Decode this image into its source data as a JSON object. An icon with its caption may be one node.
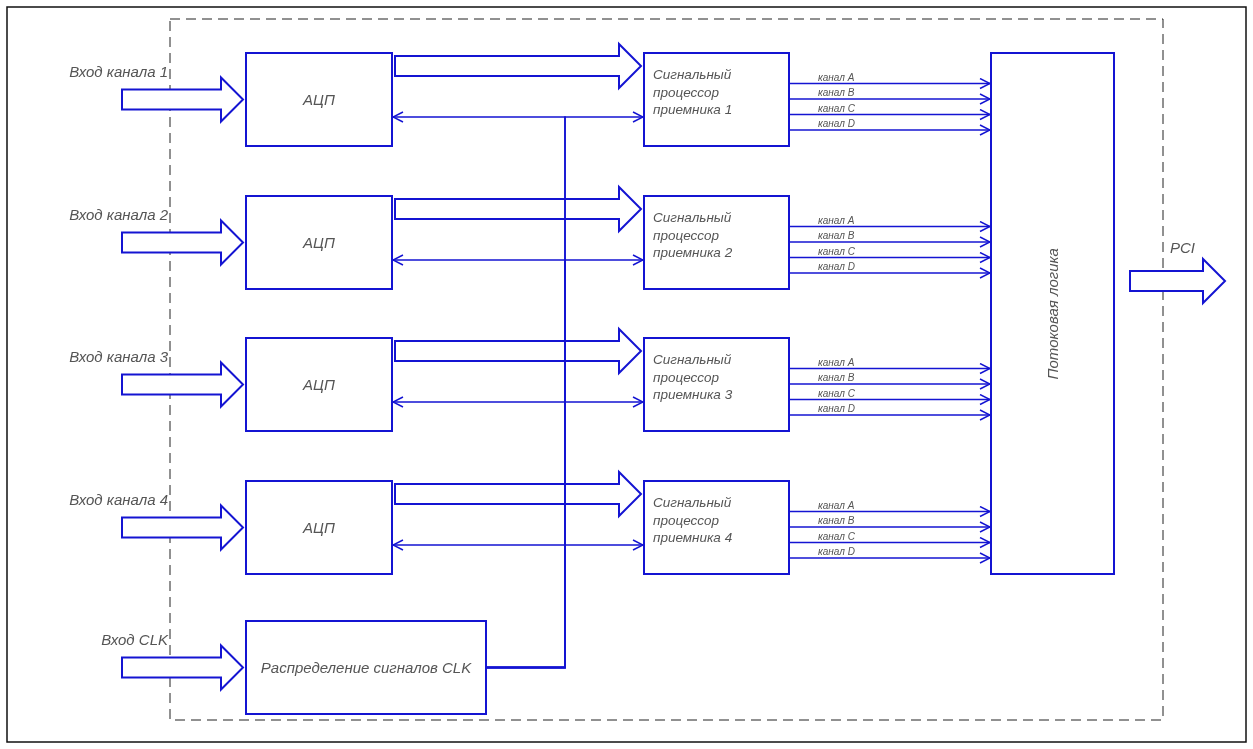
{
  "diagram": {
    "nodes": [
      {
        "text": [
          "АЦП"
        ]
      },
      {
        "text": [
          "Сигнальный процессор приемника 1"
        ]
      },
      {
        "text": [
          "АЦП"
        ]
      },
      {
        "text": [
          "Сигнальный процессор приемника 2"
        ]
      },
      {
        "text": [
          "АЦП"
        ]
      },
      {
        "text": [
          "Сигнальный процессор приемника 3"
        ]
      },
      {
        "text": [
          "АЦП"
        ]
      },
      {
        "text": [
          "Сигнальный процессор приемника 4"
        ]
      },
      {
        "text": [
          "Распределение сигналов CLK"
        ]
      },
      {
        "text": [
          "Потоковая логика"
        ]
      }
    ],
    "edges": [
      {
        "from": null,
        "to": 0,
        "arrow": "to",
        "label": "Вход канала 1",
        "style": "thick"
      },
      {
        "from": null,
        "to": 2,
        "arrow": "to",
        "label": "Вход канала 2",
        "style": "thick"
      },
      {
        "from": null,
        "to": 4,
        "arrow": "to",
        "label": "Вход канала 3",
        "style": "thick"
      },
      {
        "from": null,
        "to": 6,
        "arrow": "to",
        "label": "Вход канала 4",
        "style": "thick"
      },
      {
        "from": null,
        "to": 8,
        "arrow": "to",
        "label": "Вход CLK",
        "style": "thick"
      },
      {
        "from": 0,
        "to": 1,
        "arrow": "to",
        "style": "thick"
      },
      {
        "from": 2,
        "to": 3,
        "arrow": "to",
        "style": "thick"
      },
      {
        "from": 4,
        "to": 5,
        "arrow": "to",
        "style": "thick"
      },
      {
        "from": 6,
        "to": 7,
        "arrow": "to",
        "style": "thick"
      },
      {
        "from": 8,
        "to": 0,
        "arrow": "to"
      },
      {
        "from": 8,
        "to": 1,
        "arrow": "to"
      },
      {
        "from": 8,
        "to": 2,
        "arrow": "to"
      },
      {
        "from": 8,
        "to": 3,
        "arrow": "to"
      },
      {
        "from": 8,
        "to": 4,
        "arrow": "to"
      },
      {
        "from": 8,
        "to": 5,
        "arrow": "to"
      },
      {
        "from": 8,
        "to": 6,
        "arrow": "to"
      },
      {
        "from": 8,
        "to": 7,
        "arrow": "to"
      },
      {
        "from": 1,
        "to": 9,
        "arrow": "to",
        "label": "канал A"
      },
      {
        "from": 1,
        "to": 9,
        "arrow": "to",
        "label": "канал B"
      },
      {
        "from": 1,
        "to": 9,
        "arrow": "to",
        "label": "канал C"
      },
      {
        "from": 1,
        "to": 9,
        "arrow": "to",
        "label": "канал D"
      },
      {
        "from": 3,
        "to": 9,
        "arrow": "to",
        "label": "канал A"
      },
      {
        "from": 3,
        "to": 9,
        "arrow": "to",
        "label": "канал B"
      },
      {
        "from": 3,
        "to": 9,
        "arrow": "to",
        "label": "канал C"
      },
      {
        "from": 3,
        "to": 9,
        "arrow": "to",
        "label": "канал D"
      },
      {
        "from": 5,
        "to": 9,
        "arrow": "to",
        "label": "канал A"
      },
      {
        "from": 5,
        "to": 9,
        "arrow": "to",
        "label": "канал B"
      },
      {
        "from": 5,
        "to": 9,
        "arrow": "to",
        "label": "канал C"
      },
      {
        "from": 5,
        "to": 9,
        "arrow": "to",
        "label": "канал D"
      },
      {
        "from": 7,
        "to": 9,
        "arrow": "to",
        "label": "канал A"
      },
      {
        "from": 7,
        "to": 9,
        "arrow": "to",
        "label": "канал B"
      },
      {
        "from": 7,
        "to": 9,
        "arrow": "to",
        "label": "канал C"
      },
      {
        "from": 7,
        "to": 9,
        "arrow": "to",
        "label": "канал D"
      },
      {
        "from": 9,
        "to": null,
        "arrow": "to",
        "label": "PCI",
        "style": "thick"
      }
    ]
  }
}
